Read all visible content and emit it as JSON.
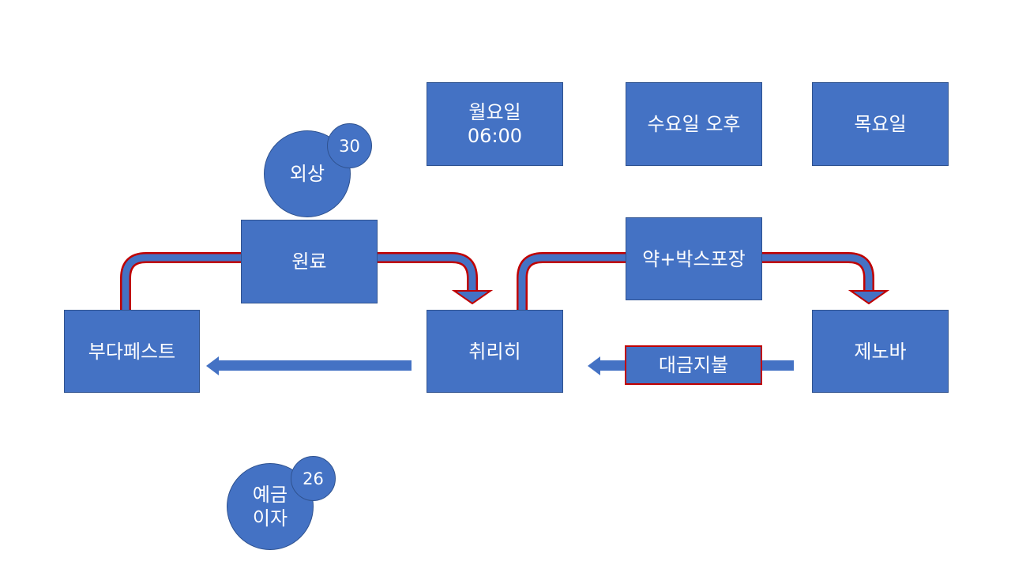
{
  "day_boxes": {
    "monday_line1": "월요일",
    "monday_line2": "06:00",
    "wednesday": "수요일 오후",
    "thursday": "목요일"
  },
  "nodes": {
    "raw_material": "원료",
    "drug_packaging": "약+박스포장",
    "budapest": "부다페스트",
    "chirihi": "취리히",
    "genoa": "제노바",
    "payment": "대금지불"
  },
  "circles": {
    "injury": "외상",
    "injury_badge": "30",
    "deposit_line1": "예금",
    "deposit_line2": "이자",
    "deposit_badge": "26"
  },
  "colors": {
    "box_fill": "#4472C4",
    "box_border": "#2F528F",
    "arrow_outline": "#C00000",
    "text": "#FFFFFF"
  }
}
